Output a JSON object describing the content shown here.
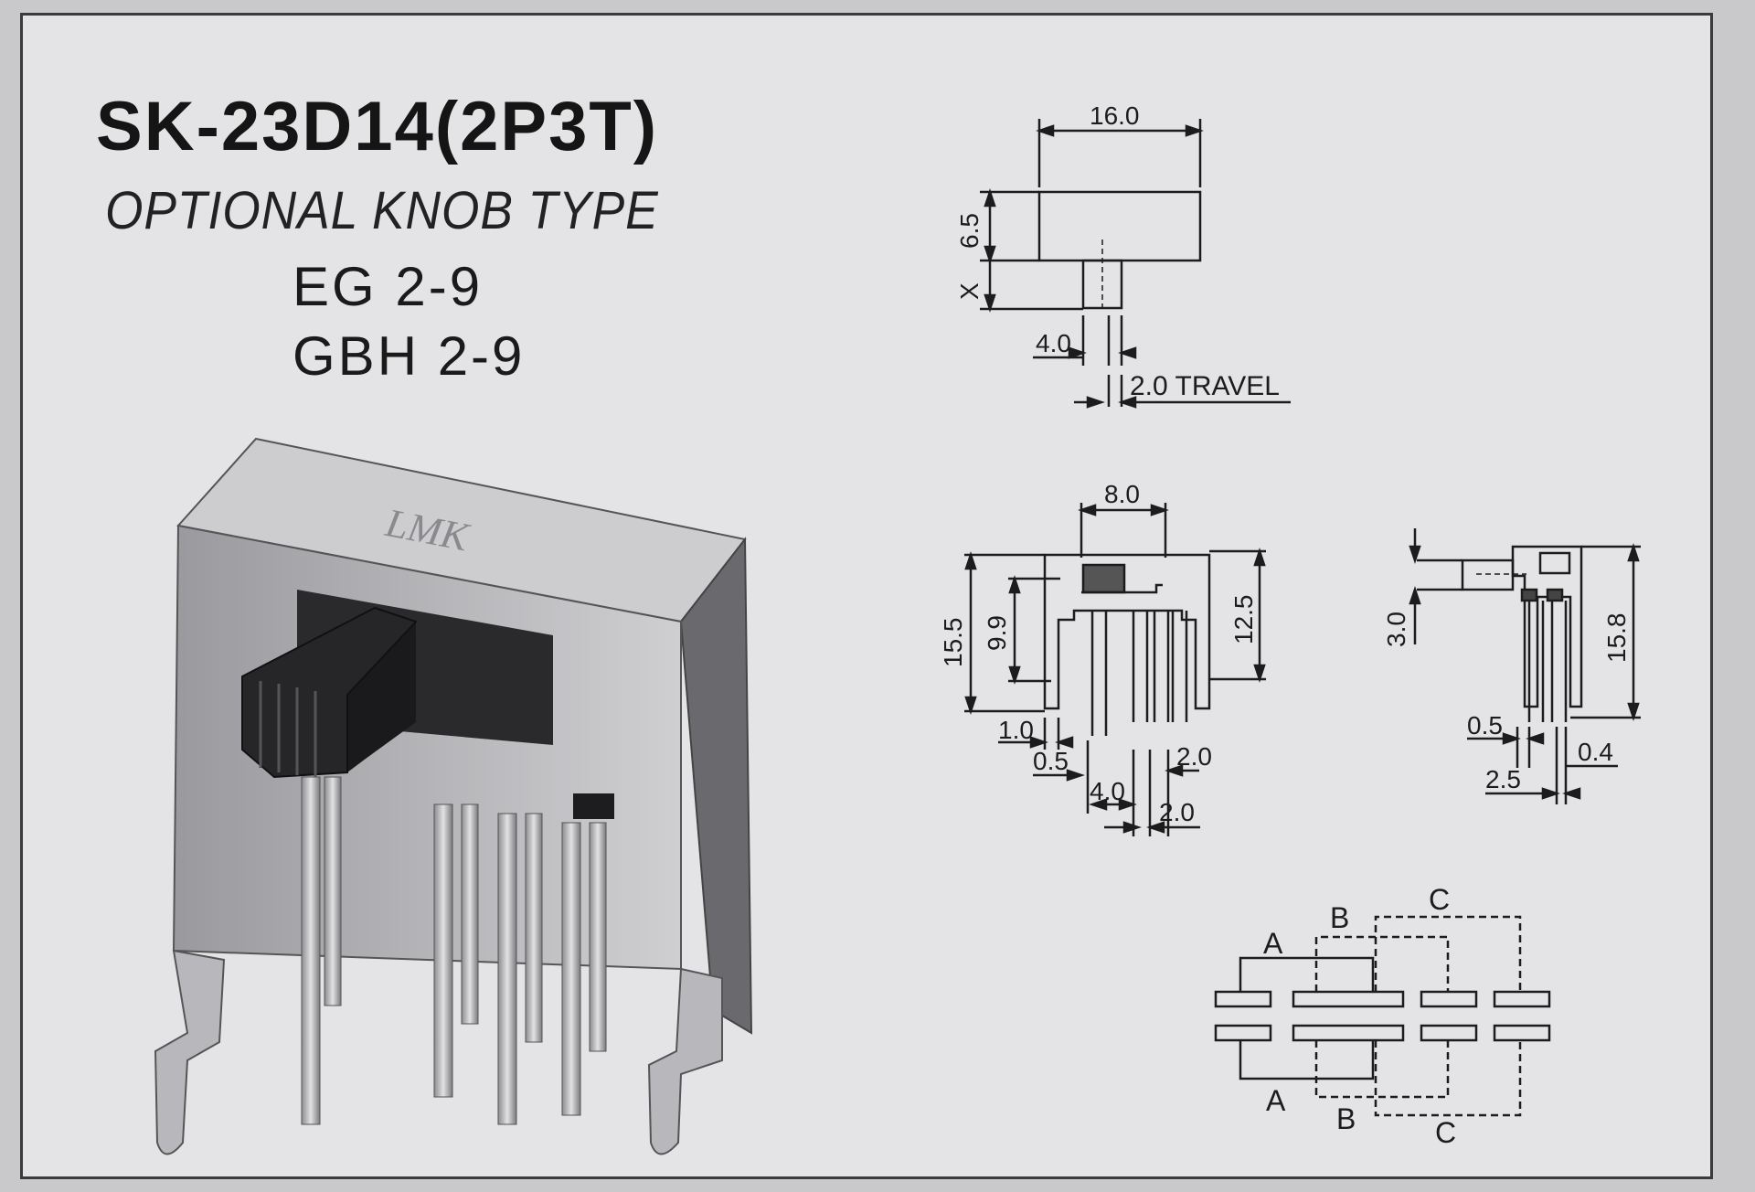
{
  "header": {
    "model": "SK-23D14(2P3T)",
    "subtitle": "OPTIONAL KNOB TYPE",
    "line1": "EG  2-9",
    "line2": "GBH 2-9"
  },
  "product_image": {
    "brand": "LMK"
  },
  "top_view": {
    "width": "16.0",
    "height": "6.5",
    "knob_x": "X",
    "knob_width": "4.0",
    "travel": "2.0 TRAVEL"
  },
  "front_view": {
    "width": "8.0",
    "total_height": "15.5",
    "inner_height": "9.9",
    "body_height": "12.5",
    "dim_1": "1.0",
    "dim_2": "0.5",
    "dim_3": "4.0",
    "dim_4": "2.0",
    "dim_5": "2.0"
  },
  "side_view": {
    "offset": "3.0",
    "height": "15.8",
    "dim_1": "0.5",
    "dim_2": "2.5",
    "dim_3": "0.4"
  },
  "schematic": {
    "top_labels": [
      "A",
      "B",
      "C"
    ],
    "bottom_labels": [
      "A",
      "B",
      "C"
    ]
  }
}
